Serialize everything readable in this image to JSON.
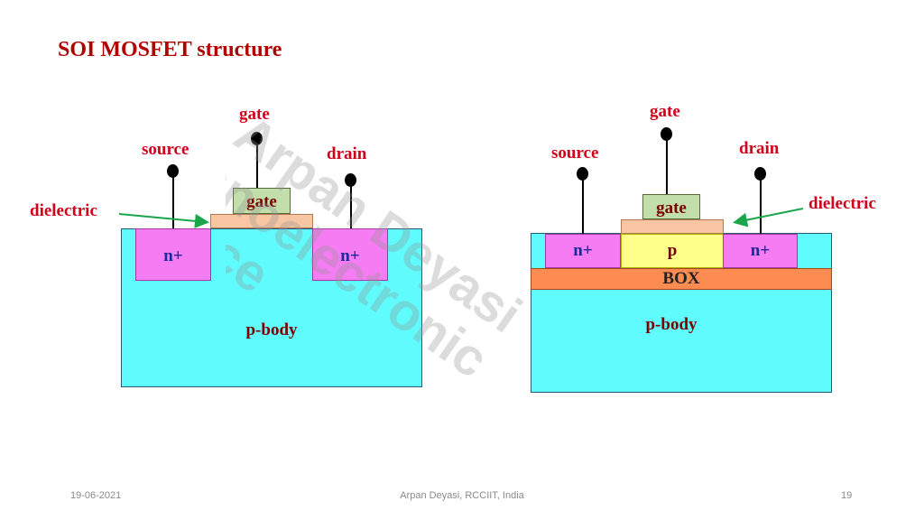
{
  "title": "SOI MOSFET structure",
  "watermark": [
    "Arpan Deyasi",
    "Nanoelectronic",
    "Device"
  ],
  "left_diagram": {
    "source": "source",
    "gate_terminal": "gate",
    "drain": "drain",
    "dielectric": "dielectric",
    "gate": "gate",
    "n_left": "n+",
    "n_right": "n+",
    "body": "p-body"
  },
  "right_diagram": {
    "source": "source",
    "gate_terminal": "gate",
    "drain": "drain",
    "dielectric": "dielectric",
    "gate": "gate",
    "n_left": "n+",
    "p": "p",
    "n_right": "n+",
    "box": "BOX",
    "body": "p-body"
  },
  "footer": {
    "date": "19-06-2021",
    "author": "Arpan Deyasi, RCCIIT, India",
    "page": "19"
  },
  "colors": {
    "body": "#5ffbfd",
    "n_plus": "#f57cf2",
    "gate": "#c2deab",
    "dielectric": "#f8c6a2",
    "p_region": "#fefe8a",
    "box": "#fd8c52",
    "arrow": "#1aa64a",
    "label_red": "#d0021b"
  }
}
